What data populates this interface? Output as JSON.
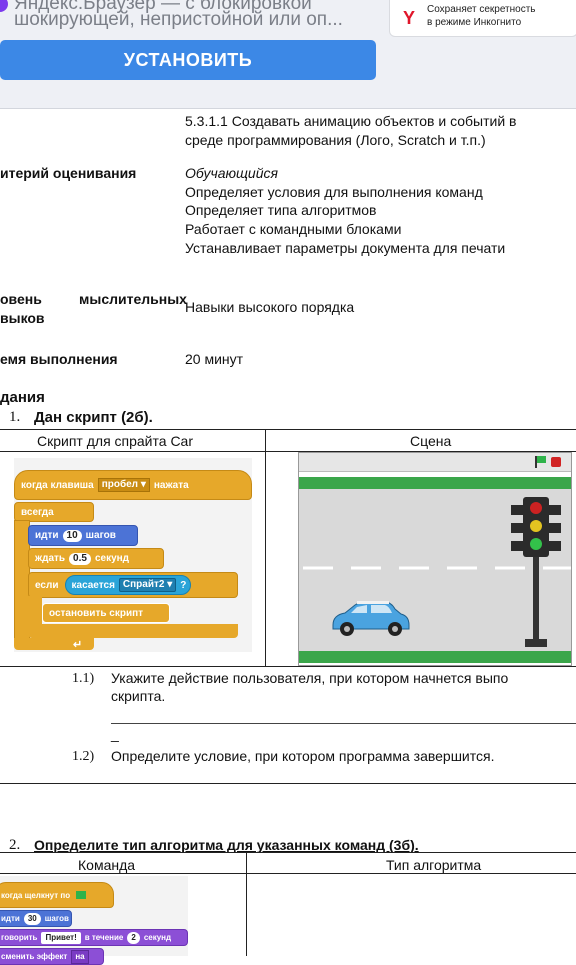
{
  "banner": {
    "line1": "Яндекс.Браузер — с блокировкой",
    "line2": "шокирующей, непристойной или оп...",
    "install_label": "УСТАНОВИТЬ",
    "yandex_logo": "Y",
    "yandex_line1": "Сохраняет секретность",
    "yandex_line2": "в режиме Инкогнито"
  },
  "doc": {
    "goal_line1": "5.3.1.1 Создавать анимацию объектов и событий в",
    "goal_line2": "среде программирования (Лого, Scratch и т.п.)",
    "criteria_label": "итерий оценивания",
    "criteria_head": "Обучающийся",
    "criteria_items": [
      "Определяет условия для выполнения команд",
      "Определяет типа алгоритмов",
      "Работает с командными блоками",
      "Устанавливает параметры документа для печати"
    ],
    "level_label_a": "овень",
    "level_label_b": "мыслительных",
    "level_label_c": "выков",
    "level_value": "Навыки высокого порядка",
    "time_label": "емя выполнения",
    "time_value": "20 минут",
    "tasks_heading": "дания",
    "task1_num": "1.",
    "task1_title": "Дан скрипт (2б).",
    "table1_col1": "Скрипт для спрайта Car",
    "table1_col2": "Сцена",
    "q1_num": "1.1)",
    "q1_line1": "Укажите действие пользователя, при котором начнется выпо",
    "q1_line2": "скрипта.",
    "q1_underscore": "_",
    "q2_num": "1.2)",
    "q2_text": "Определите условие, при котором программа завершится.",
    "task2_num": "2.",
    "task2_title": "Определите тип алгоритма для указанных команд (3б).",
    "table2_col1": "Команда",
    "table2_col2": "Тип алгоритма"
  },
  "scratch1": {
    "when_key": "когда клавиша",
    "key_value": "пробел",
    "pressed": "нажата",
    "forever": "всегда",
    "move": "идти",
    "move_steps": "10",
    "steps": "шагов",
    "wait": "ждать",
    "wait_value": "0.5",
    "seconds": "секунд",
    "if": "если",
    "touching": "касается",
    "sprite": "Спрайт2",
    "question": "?",
    "stop": "остановить скрипт"
  },
  "scratch2": {
    "when_flag": "когда щелкнут по",
    "move": "идти",
    "move_steps": "30",
    "steps": "шагов",
    "say": "говорить",
    "say_text": "Привет!",
    "during": "в течение",
    "say_secs": "2",
    "seconds": "секунд",
    "last_partial": "сменить эффект",
    "last_dd": "на"
  },
  "colors": {
    "install_button": "#3c88e6",
    "event_block": "#e6a82a",
    "motion_block": "#4c73d6",
    "sensing_block": "#2aa4d8",
    "looks_block": "#8c4fd6",
    "stage_road": "#d9d9d9",
    "stage_grass": "#3aa64a"
  }
}
